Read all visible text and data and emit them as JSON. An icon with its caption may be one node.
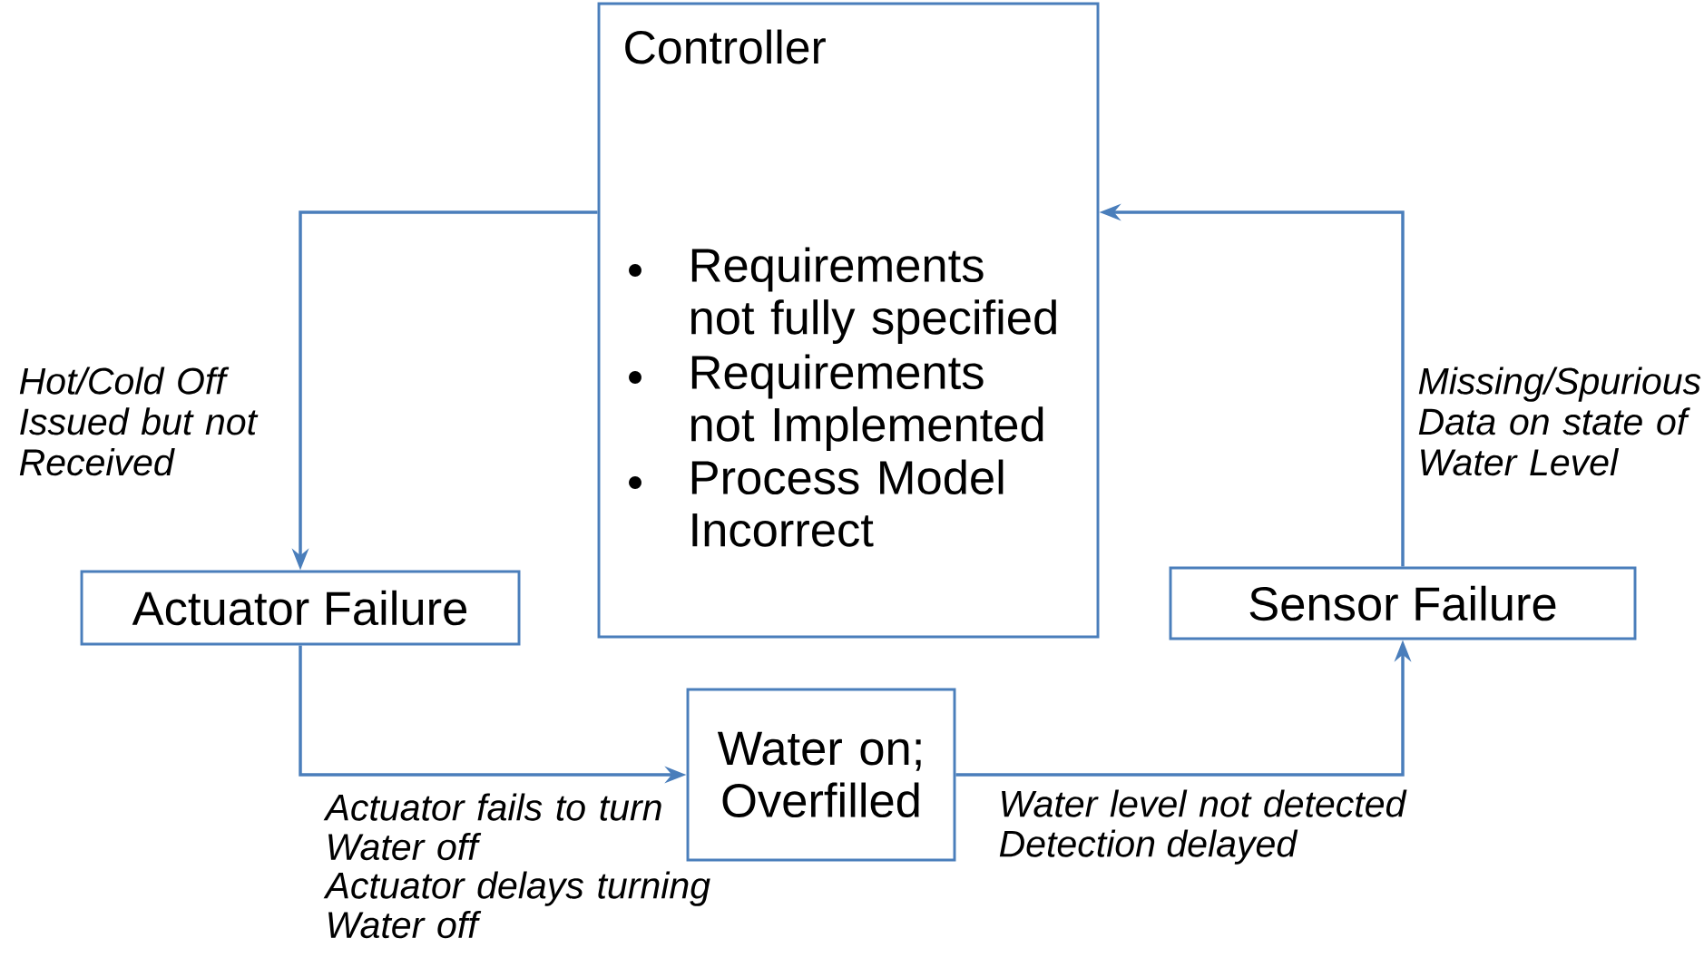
{
  "diagram": {
    "nodes": [
      {
        "text": [
          "Controller",
          "Requirements not fully specified",
          "Requirements not Implemented",
          "Process Model Incorrect"
        ]
      },
      {
        "text": [
          "Actuator Failure"
        ]
      },
      {
        "text": [
          "Water on; Overfilled"
        ]
      },
      {
        "text": [
          "Sensor Failure"
        ]
      }
    ],
    "edges": [
      {
        "from": 0,
        "to": 1,
        "arrow": "to",
        "label": "Hot/Cold Off Issued but not Received"
      },
      {
        "from": 1,
        "to": 2,
        "arrow": "to",
        "label": "Actuator fails to turn Water off"
      },
      {
        "from": 2,
        "to": 3,
        "arrow": "to",
        "label": "Water level not detected"
      },
      {
        "from": 3,
        "to": 0,
        "arrow": "to",
        "label": "Missing/Spurious Data on state of Water Level"
      }
    ],
    "labels": [
      "Actuator delays turning Water off",
      "Detection delayed"
    ]
  }
}
